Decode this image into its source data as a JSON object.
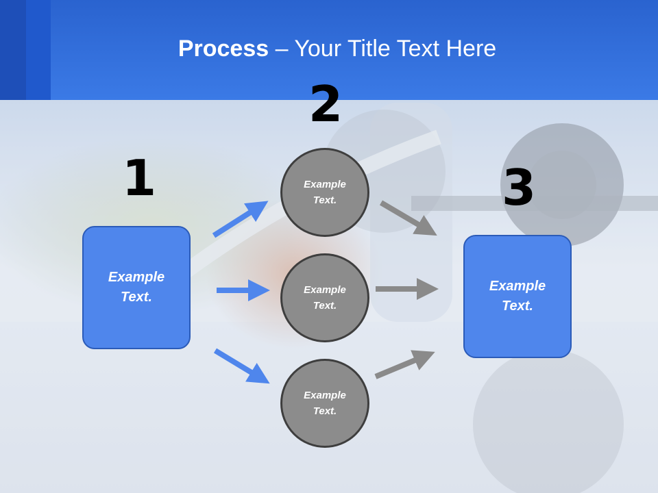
{
  "title": {
    "bold": "Process",
    "rest": " – Your Title Text Here"
  },
  "steps": [
    {
      "number": "1",
      "text": "Example Text."
    },
    {
      "number": "2",
      "items": [
        "Example Text.",
        "Example Text.",
        "Example Text."
      ]
    },
    {
      "number": "3",
      "text": "Example Text."
    }
  ],
  "colors": {
    "header": "#3b7ae6",
    "box": "#4f86ec",
    "circle": "#8c8c8c",
    "blue_arrow": "#4f86ec",
    "gray_arrow": "#8a8a8a"
  }
}
